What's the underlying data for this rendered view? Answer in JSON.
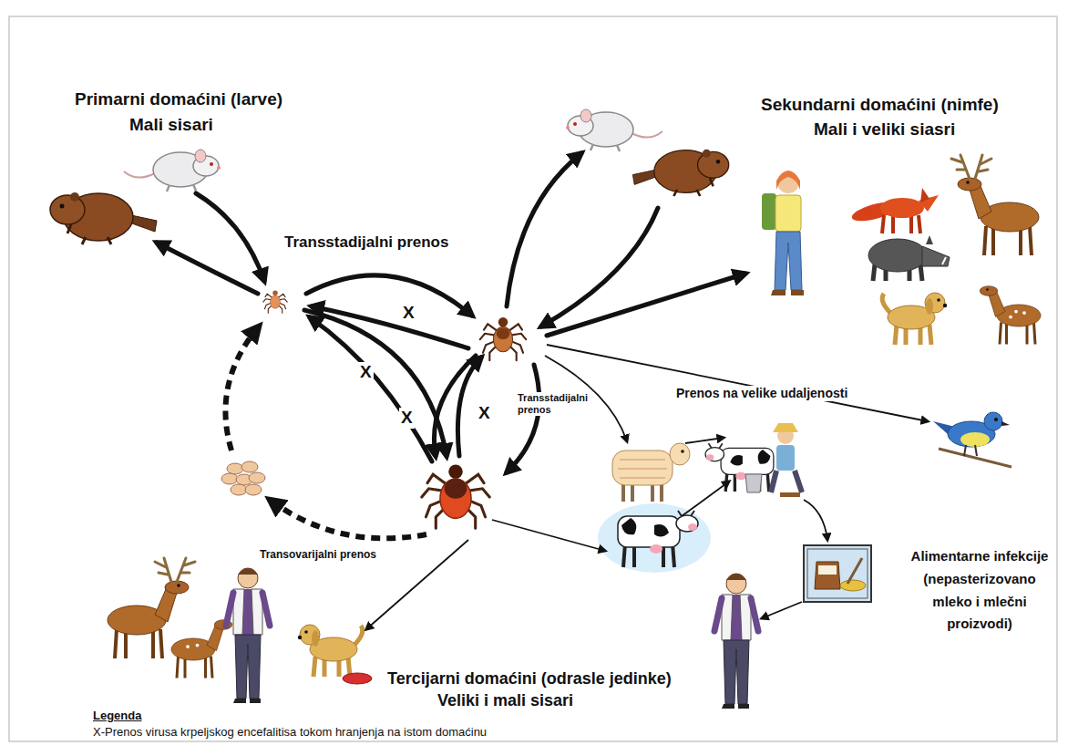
{
  "diagram": {
    "labels": [
      "Primarni domaćini (larve)",
      "Mali sisari",
      "Sekundarni domaćini (nimfe)",
      "Mali i veliki siasri",
      "Transstadijalni prenos",
      "X",
      "X",
      "X",
      "X",
      "Transstadijalni prenos",
      "Prenos na velike udaljenosti",
      "Transovarijalni prenos",
      "Alimentarne infekcije (nepasterizovano mleko i mlečni proizvodi)",
      "Tercijarni domaćini (odrasle jedinke)",
      "Veliki i mali sisari",
      "Legenda"
    ],
    "legend": [
      {
        "text": "X-Prenos virusa krpeljskog encefalitisa tokom hranjenja na istom domaćinu"
      }
    ]
  }
}
